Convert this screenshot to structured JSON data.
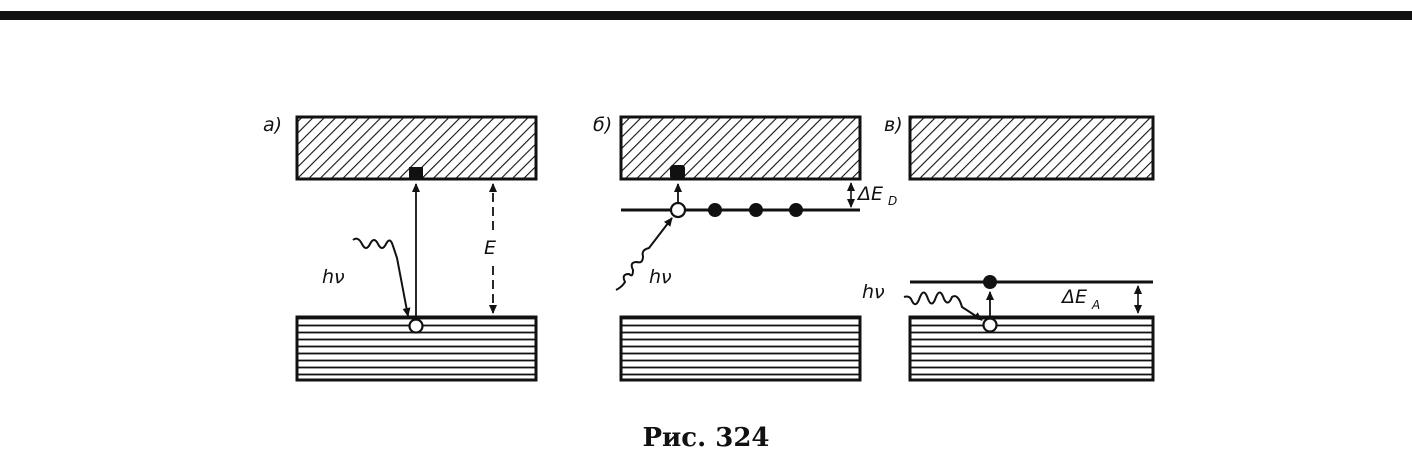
{
  "figure": {
    "caption": "Рис. 324",
    "panels": [
      {
        "id": "a",
        "label": "а)",
        "photon": "hν",
        "gap_label": "E"
      },
      {
        "id": "b",
        "label": "б)",
        "photon": "hν",
        "gap_label": "ΔE",
        "gap_sub": "D"
      },
      {
        "id": "c",
        "label": "в)",
        "photon": "hν",
        "gap_label": "ΔE",
        "gap_sub": "A"
      }
    ]
  }
}
